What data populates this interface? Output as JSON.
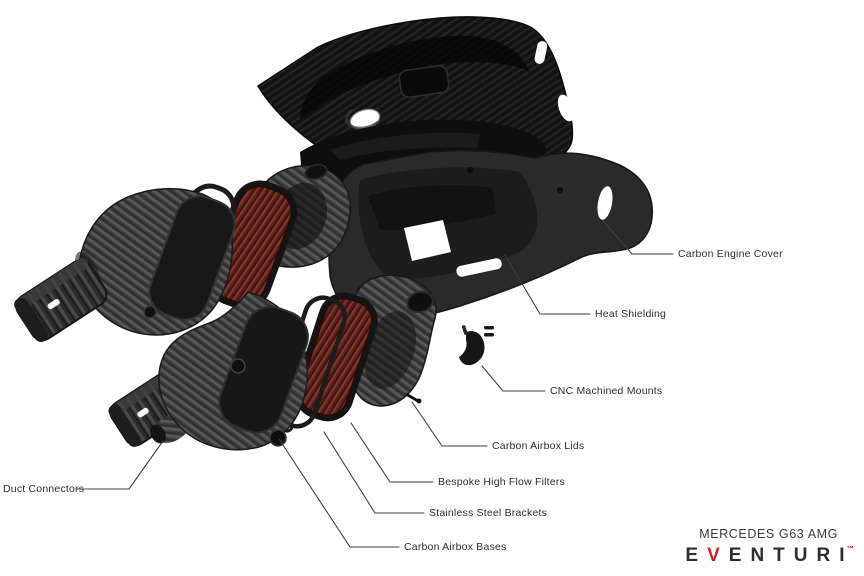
{
  "page": {
    "background": "#ffffff"
  },
  "colors": {
    "accent_red": "#c1272d",
    "filter_red": "#5e221c",
    "carbon_gray": "#474747",
    "gloss_black": "#101010",
    "leader_line": "#3f3f3f",
    "label_text": "#2e2e2e"
  },
  "callouts": [
    {
      "id": "carbon-engine-cover",
      "label": "Carbon Engine Cover"
    },
    {
      "id": "heat-shielding",
      "label": "Heat Shielding"
    },
    {
      "id": "cnc-machined-mounts",
      "label": "CNC Machined Mounts"
    },
    {
      "id": "carbon-airbox-lids",
      "label": "Carbon Airbox Lids"
    },
    {
      "id": "bespoke-high-flow-filters",
      "label": "Bespoke High Flow Filters"
    },
    {
      "id": "stainless-steel-brackets",
      "label": "Stainless Steel Brackets"
    },
    {
      "id": "carbon-airbox-bases",
      "label": "Carbon Airbox Bases"
    },
    {
      "id": "duct-connectors",
      "label": "Duct Connectors"
    }
  ],
  "parts": [
    "carbon-engine-cover-part",
    "heat-shielding-part",
    "cnc-machined-mounts-part",
    "carbon-airbox-lid-upper-part",
    "carbon-airbox-lid-lower-part",
    "high-flow-filter-upper-part",
    "high-flow-filter-lower-part",
    "stainless-bracket-upper-part",
    "stainless-bracket-lower-part",
    "carbon-airbox-base-upper-part",
    "carbon-airbox-base-lower-part",
    "duct-connector-upper-part",
    "duct-connector-lower-part"
  ],
  "brand": {
    "model": "MERCEDES G63 AMG",
    "logo_pre": "E",
    "logo_v": "V",
    "logo_post": "ENTURI",
    "trademark": "™"
  }
}
